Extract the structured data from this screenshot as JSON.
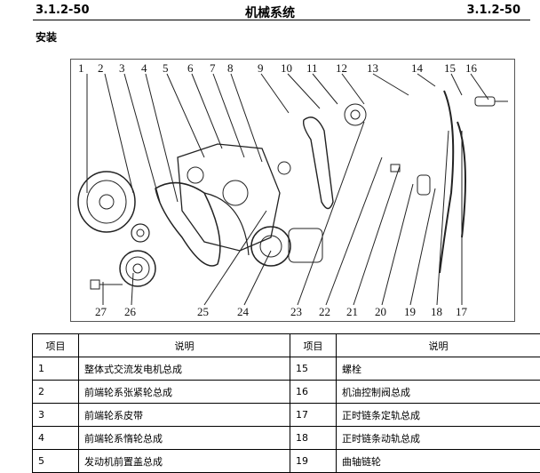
{
  "header": {
    "code_left": "3.1.2-50",
    "title": "机械系统",
    "code_right": "3.1.2-50"
  },
  "section_title": "安装",
  "figure": {
    "callouts_top": [
      "1",
      "2",
      "3",
      "4",
      "5",
      "6",
      "7",
      "8",
      "9",
      "10",
      "11",
      "12",
      "13",
      "14",
      "15",
      "16"
    ],
    "callouts_bottom": [
      "27",
      "26",
      "25",
      "24",
      "23",
      "22",
      "21",
      "20",
      "19",
      "18",
      "17"
    ]
  },
  "table": {
    "headers": [
      "项目",
      "说明",
      "项目",
      "说明"
    ],
    "rows": [
      [
        "1",
        "整体式交流发电机总成",
        "15",
        "螺栓"
      ],
      [
        "2",
        "前端轮系张紧轮总成",
        "16",
        "机油控制阀总成"
      ],
      [
        "3",
        "前端轮系皮带",
        "17",
        "正时链条定轨总成"
      ],
      [
        "4",
        "前端轮系惰轮总成",
        "18",
        "正时链条动轨总成"
      ],
      [
        "5",
        "发动机前置盖总成",
        "19",
        "曲轴链轮"
      ]
    ]
  }
}
